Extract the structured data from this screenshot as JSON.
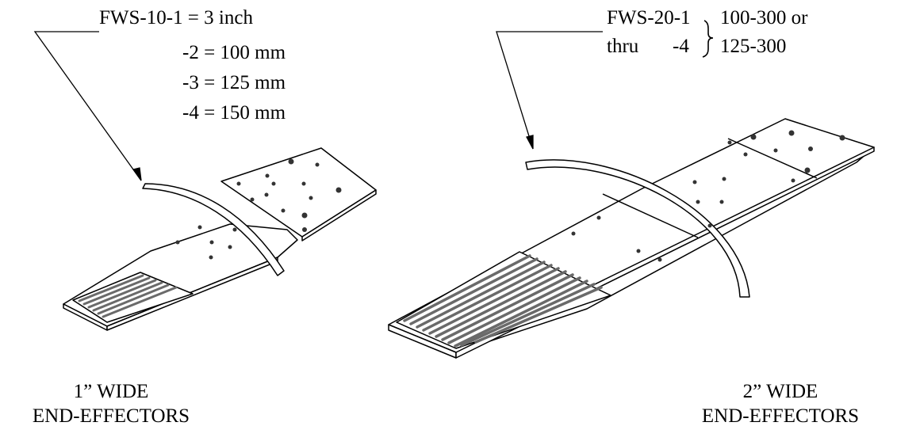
{
  "left": {
    "callout_lines": [
      "FWS-10-1 = 3 inch",
      "-2 = 100 mm",
      "-3 = 125 mm",
      "-4 = 150 mm"
    ],
    "caption_line1": "1” WIDE",
    "caption_line2": "END-EFFECTORS"
  },
  "right": {
    "callout_part_line1": "FWS-20-1",
    "callout_part_line2_prefix": "thru",
    "callout_part_line2_suffix": "-4",
    "callout_range_line1": "100-300 or",
    "callout_range_line2": "125-300",
    "caption_line1": "2” WIDE",
    "caption_line2": "END-EFFECTORS"
  },
  "colors": {
    "line": "#000000",
    "fill": "#ffffff",
    "slot": "#6a6a6a"
  }
}
